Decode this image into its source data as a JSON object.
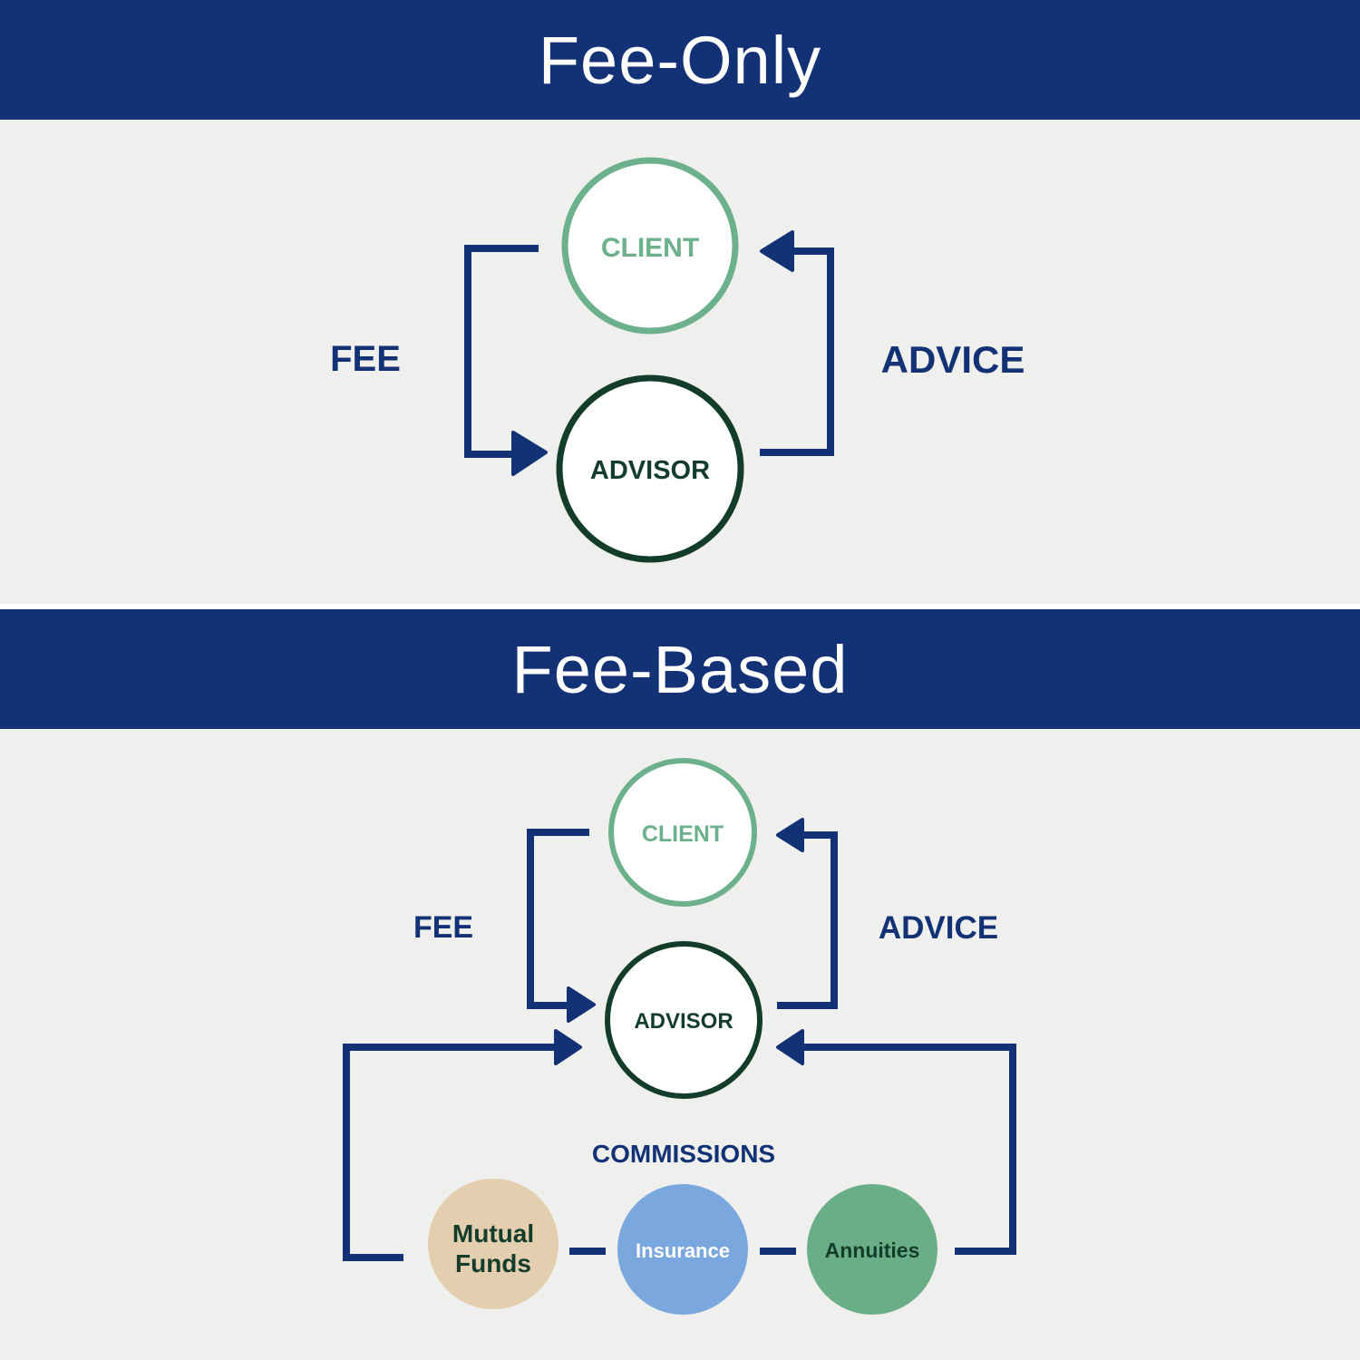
{
  "fee_only": {
    "title": "Fee-Only",
    "client": "CLIENT",
    "advisor": "ADVISOR",
    "fee": "FEE",
    "advice": "ADVICE"
  },
  "fee_based": {
    "title": "Fee-Based",
    "client": "CLIENT",
    "advisor": "ADVISOR",
    "fee": "FEE",
    "advice": "ADVICE",
    "commissions": "COMMISSIONS",
    "products": {
      "mutual_funds_line1": "Mutual",
      "mutual_funds_line2": "Funds",
      "insurance": "Insurance",
      "annuities": "Annuities"
    }
  },
  "colors": {
    "navy": "#133276",
    "client_green": "#6db08c",
    "advisor_dark": "#133d2a",
    "mutual_funds": "#e3cfb0",
    "insurance": "#7aa7de",
    "annuities": "#6aae88",
    "background": "#efefed"
  }
}
